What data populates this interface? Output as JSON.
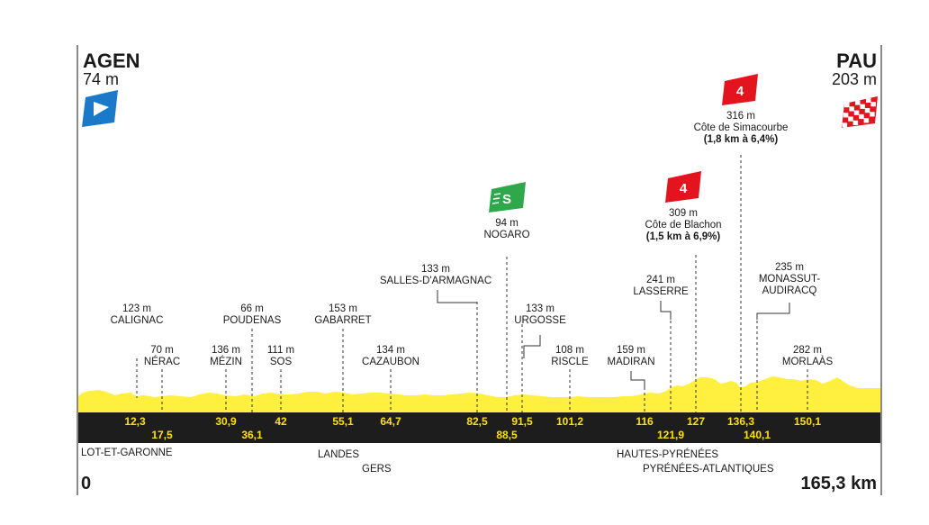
{
  "start": {
    "name": "AGEN",
    "altitude": "74 m"
  },
  "finish": {
    "name": "PAU",
    "altitude": "203 m"
  },
  "distance_start": "0",
  "distance_total": "165,3 km",
  "colors": {
    "profile": "#ffef3f",
    "bar": "#1d1d1d",
    "km_text": "#ffe100",
    "climb": "#e3141e",
    "sprint": "#2ea84a",
    "start_flag": "#1a7ac9"
  },
  "points": [
    {
      "name": "CALIGNAC",
      "alt": "123 m",
      "km": "12,3"
    },
    {
      "name": "NÉRAC",
      "alt": "70 m",
      "km": "17,5"
    },
    {
      "name": "MÉZIN",
      "alt": "136 m",
      "km": "30,9"
    },
    {
      "name": "POUDENAS",
      "alt": "66 m",
      "km": "36,1"
    },
    {
      "name": "SOS",
      "alt": "111 m",
      "km": "42"
    },
    {
      "name": "GABARRET",
      "alt": "153 m",
      "km": "55,1"
    },
    {
      "name": "CAZAUBON",
      "alt": "134 m",
      "km": "64,7"
    },
    {
      "name": "SALLES-D'ARMAGNAC",
      "alt": "133 m",
      "km": "82,5"
    },
    {
      "name": "NOGARO",
      "alt": "94 m",
      "km": "88,5"
    },
    {
      "name": "URGOSSE",
      "alt": "133 m",
      "km": "91,5"
    },
    {
      "name": "RISCLE",
      "alt": "108 m",
      "km": "101,2"
    },
    {
      "name": "MADIRAN",
      "alt": "159 m",
      "km": "116"
    },
    {
      "name": "LASSERRE",
      "alt": "241 m",
      "km": "121,9"
    },
    {
      "name": "Côte de Blachon",
      "alt": "309 m",
      "detail": "(1,5 km à 6,9%)",
      "km": "127",
      "category": "4"
    },
    {
      "name": "Côte de Simacourbe",
      "alt": "316 m",
      "detail": "(1,8 km à 6,4%)",
      "km": "136,3",
      "category": "4"
    },
    {
      "name": "MONASSUT-",
      "name2": "AUDIRACQ",
      "alt": "235 m",
      "km": "140,1"
    },
    {
      "name": "MORLAÀS",
      "alt": "282 m",
      "km": "150,1"
    }
  ],
  "regions": [
    "LOT-ET-GARONNE",
    "LANDES",
    "GERS",
    "HAUTES-PYRÉNÉES",
    "PYRÉNÉES-ATLANTIQUES"
  ]
}
